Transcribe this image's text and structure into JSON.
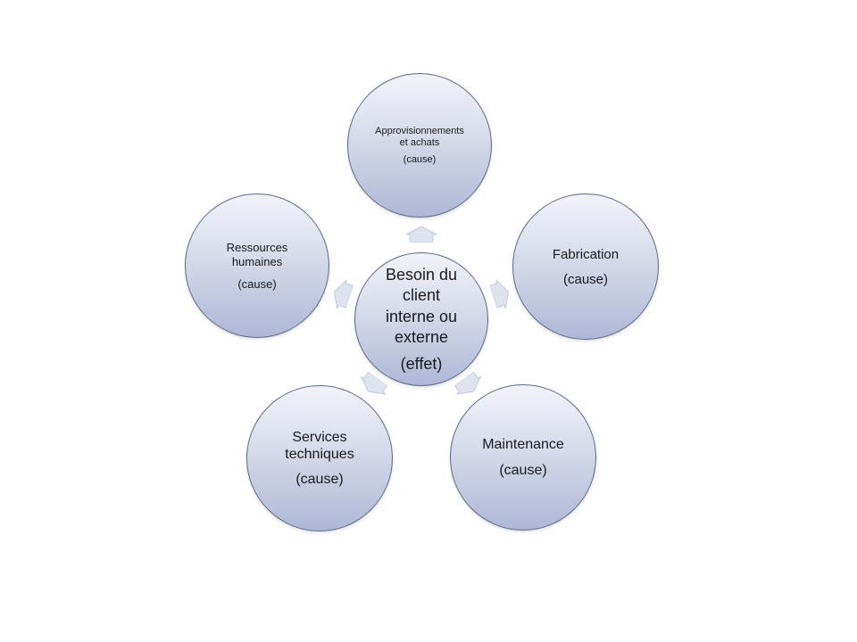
{
  "center": {
    "label": "Besoin du client interne ou externe",
    "tag": "(effet)"
  },
  "causes": [
    {
      "label": "Approvisionnements et achats",
      "tag": "(cause)"
    },
    {
      "label": "Fabrication",
      "tag": "(cause)"
    },
    {
      "label": "Maintenance",
      "tag": "(cause)"
    },
    {
      "label": "Services techniques",
      "tag": "(cause)"
    },
    {
      "label": "Ressources humaines",
      "tag": "(cause)"
    }
  ],
  "colors": {
    "node_border": "#5a6a8c",
    "node_fill_top": "#f2f3f9",
    "node_fill_bottom": "#aeb8d6",
    "arrow_fill": "#dfe3ef"
  }
}
